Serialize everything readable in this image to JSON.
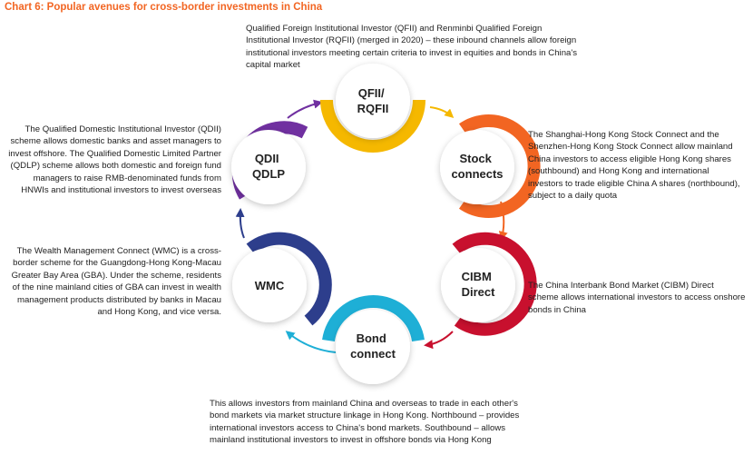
{
  "title": "Chart 6: Popular avenues for cross-border investments in China",
  "nodes": [
    {
      "id": "qfii",
      "lines": [
        "QFII/",
        "RQFII"
      ],
      "color": "#f5b800"
    },
    {
      "id": "stock",
      "lines": [
        "Stock",
        "connects"
      ],
      "color": "#f26522"
    },
    {
      "id": "cibm",
      "lines": [
        "CIBM",
        "Direct"
      ],
      "color": "#c8102e"
    },
    {
      "id": "bond",
      "lines": [
        "Bond",
        "connect"
      ],
      "color": "#1eafd6"
    },
    {
      "id": "wmc",
      "lines": [
        "WMC"
      ],
      "color": "#2d3e8c"
    },
    {
      "id": "qdii",
      "lines": [
        "QDII",
        "QDLP"
      ],
      "color": "#7030a0"
    }
  ],
  "descriptions": {
    "qfii": "Qualified Foreign Institutional Investor (QFII) and Renminbi Qualified Foreign Institutional Investor (RQFII) (merged in 2020) – these inbound channels allow foreign institutional investors meeting certain criteria to invest in equities and bonds in China's capital market",
    "stock": "The Shanghai-Hong Kong Stock Connect and the Shenzhen-Hong Kong Stock Connect allow mainland China investors to access eligible Hong Kong shares (southbound) and Hong Kong and international investors to trade eligible China A shares (northbound), subject to a daily quota",
    "cibm": "The China Interbank Bond Market (CIBM) Direct scheme allows international investors to access onshore bonds in China",
    "bond": "This allows investors from mainland China and overseas to trade in each other's bond markets via market structure linkage in Hong Kong. Northbound – provides international investors access to China's bond markets. Southbound – allows mainland institutional investors to invest in offshore bonds via Hong Kong",
    "wmc": "The Wealth Management Connect (WMC) is a cross-border scheme for the Guangdong-Hong Kong-Macau Greater Bay Area (GBA). Under the scheme, residents of the nine mainland cities of GBA can invest in wealth management products distributed by banks in Macau and Hong Kong, and vice versa.",
    "qdii": "The Qualified Domestic Institutional Investor (QDII) scheme allows domestic banks and asset managers to invest offshore. The Qualified Domestic Limited Partner (QDLP) scheme allows both domestic and foreign fund managers to raise RMB-denominated funds from HNWIs and institutional investors to invest overseas"
  }
}
